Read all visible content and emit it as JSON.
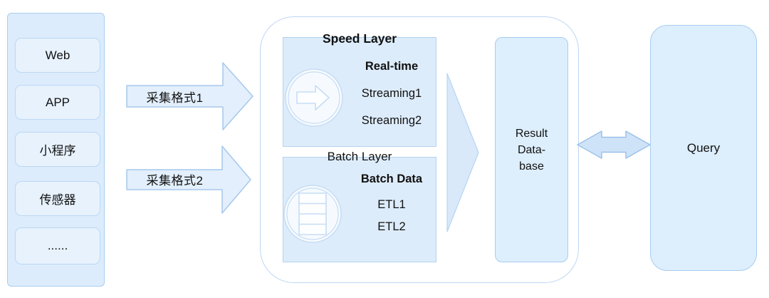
{
  "colors": {
    "panel-fill": "#dcecfc",
    "panel-border": "#a9cdef",
    "item-fill": "#e7f2fd",
    "item-border": "#bcd8f3",
    "layer-fill": "#ddecfb",
    "layer-border": "#b3d2f0",
    "container-border": "#bdd7f4",
    "ingest-fill": "#e3effc",
    "ingest-border": "#a6c8ec",
    "flow-fill": "#d9e9fa",
    "flow-border": "#b6d4f2",
    "sync-fill": "#cfe3f8",
    "sync-border": "#9cc2eb",
    "node-fill": "#ddeefc",
    "node-border": "#a9cdef",
    "icon-ring": "#c6ddf5",
    "icon-fill": "#f6fafe",
    "text": "#111111"
  },
  "sources": {
    "items": [
      {
        "label": "Web"
      },
      {
        "label": "APP"
      },
      {
        "label": "小程序"
      },
      {
        "label": "传感器"
      },
      {
        "label": "......"
      }
    ]
  },
  "ingest": {
    "arrow1": {
      "label": "采集格式1"
    },
    "arrow2": {
      "label": "采集格式2"
    }
  },
  "speed_layer": {
    "title": "Speed Layer",
    "heading": "Real-time",
    "item1": "Streaming1",
    "item2": "Streaming2",
    "icon": "arrow-right-icon"
  },
  "batch_layer": {
    "title": "Batch Layer",
    "heading": "Batch Data",
    "item1": "ETL1",
    "item2": "ETL2",
    "icon": "database-icon"
  },
  "result_database": {
    "line1": "Result",
    "line2": "Data-",
    "line3": "base"
  },
  "query": {
    "label": "Query"
  }
}
